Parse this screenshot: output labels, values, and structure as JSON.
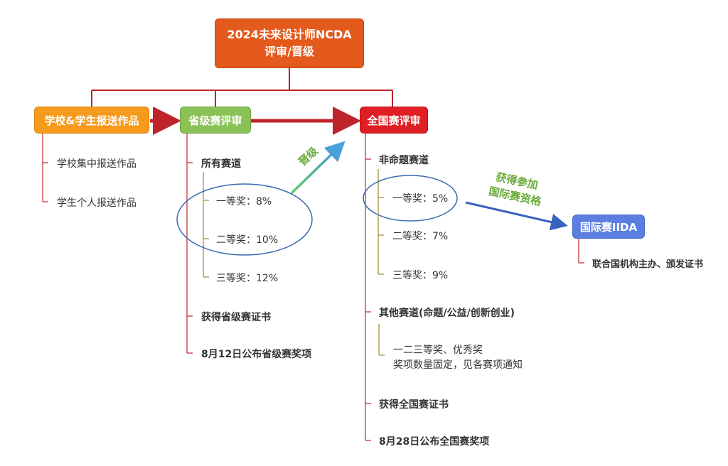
{
  "root": {
    "line1": "2024未来设计师NCDA",
    "line2": "评审/晋级"
  },
  "school": {
    "title": "学校&学生报送作品",
    "items": [
      "学校集中报送作品",
      "学生个人报送作品"
    ]
  },
  "provincial": {
    "title": "省级赛评审",
    "track": "所有赛道",
    "awards": [
      "一等奖：8%",
      "二等奖：10%",
      "三等奖：12%"
    ],
    "cert": "获得省级赛证书",
    "announce": "8月12日公布省级赛奖项"
  },
  "national": {
    "title": "全国赛评审",
    "track1": "非命题赛道",
    "awards": [
      "一等奖：5%",
      "二等奖：7%",
      "三等奖：9%"
    ],
    "track2": "其他赛道(命题/公益/创新创业)",
    "other_line1": "一二三等奖、优秀奖",
    "other_line2": "奖项数量固定，见各赛项通知",
    "cert": "获得全国赛证书",
    "announce": "8月28日公布全国赛奖项"
  },
  "promote_label": "晋级",
  "qualify_label": {
    "line1": "获得参加",
    "line2": "国际赛资格"
  },
  "international": {
    "title": "国际赛IIDA",
    "note": "联合国机构主办、颁发证书"
  }
}
